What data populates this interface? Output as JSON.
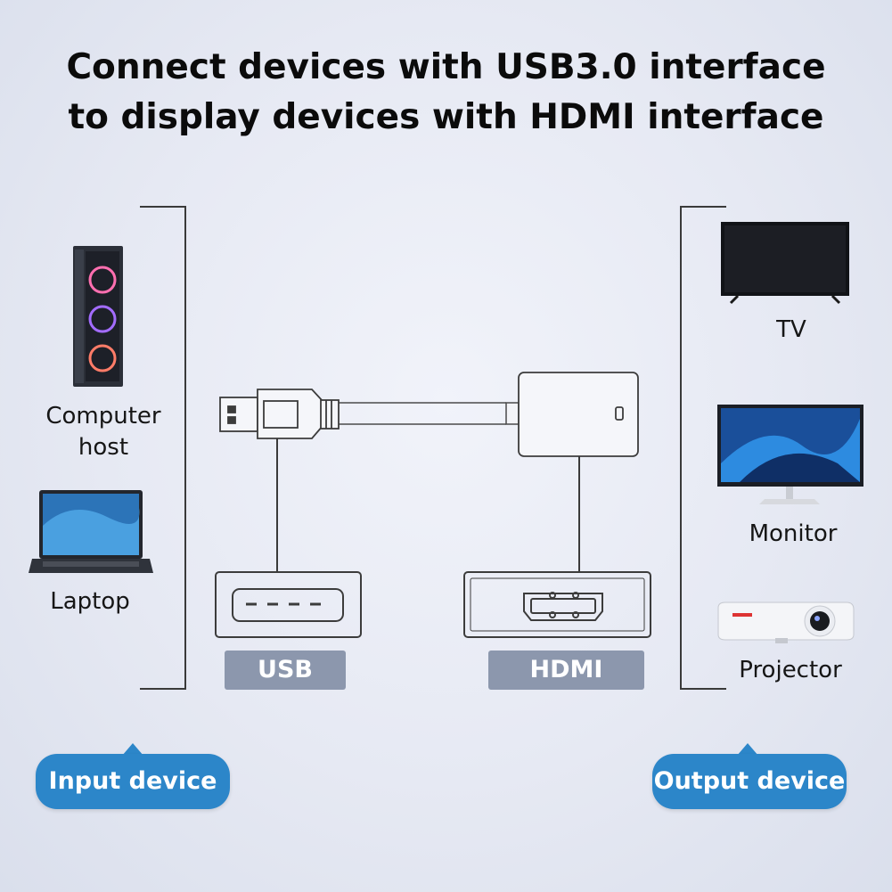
{
  "title": {
    "line1": "Connect devices with USB3.0 interface",
    "line2": "to display devices with HDMI interface"
  },
  "input_devices": {
    "computer_host": {
      "line1": "Computer",
      "line2": "host"
    },
    "laptop": "Laptop"
  },
  "output_devices": {
    "tv": "TV",
    "monitor": "Monitor",
    "projector": "Projector"
  },
  "ports": {
    "usb": "USB",
    "hdmi": "HDMI"
  },
  "badges": {
    "input": "Input device",
    "output": "Output device"
  },
  "colors": {
    "badge_blue": "#2c86c9",
    "port_tag_gray": "#8c97ad",
    "line_dark": "#3a3a3a"
  }
}
